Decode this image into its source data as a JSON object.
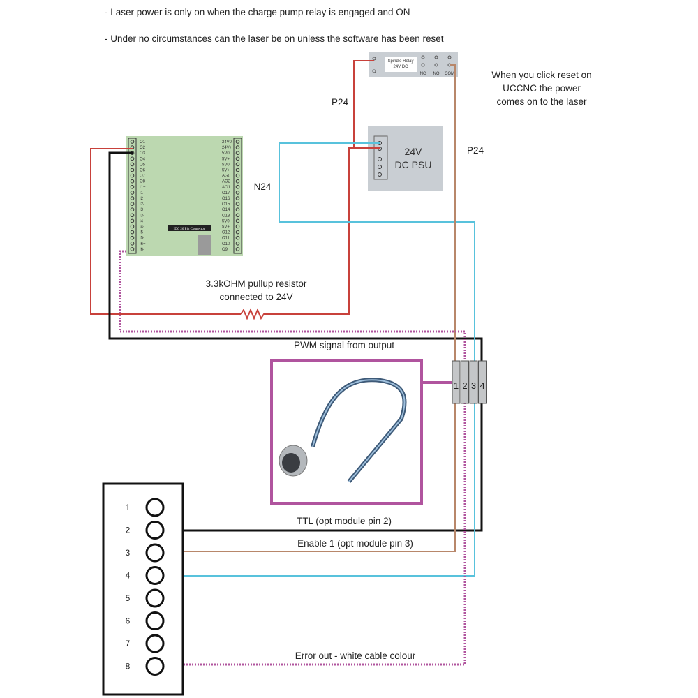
{
  "notes": [
    "- Laser power is only on when the charge pump relay is engaged and ON",
    "- Under no circumstances can the laser be on unless the software has been reset"
  ],
  "relay": {
    "title_line1": "Spindle Relay",
    "title_line2": "24V DC",
    "terminals": [
      "NC",
      "NO",
      "COM"
    ]
  },
  "psu": {
    "line1": "24V",
    "line2": "DC PSU"
  },
  "board": {
    "label": "IDC 26 Pin Connector",
    "left_pins": [
      "O1",
      "O2",
      "O3",
      "O4",
      "O5",
      "O6",
      "O7",
      "O8",
      "I1+",
      "I1-",
      "I2+",
      "I2-",
      "I3+",
      "I3-",
      "I4+",
      "I4-",
      "I5+",
      "I5-",
      "I6+",
      "I6-"
    ],
    "right_pins": [
      "24V0",
      "24V+",
      "5V0",
      "5V+",
      "5V0",
      "5V+",
      "AG0",
      "AO2",
      "AO1",
      "O17",
      "O16",
      "O15",
      "O14",
      "O13",
      "5V0",
      "5V+",
      "O12",
      "O11",
      "O10",
      "O9"
    ]
  },
  "labels": {
    "reset_note": [
      "When you click reset on",
      "UCCNC the power",
      "comes on to the laser"
    ],
    "p24_left": "P24",
    "p24_right": "P24",
    "n24": "N24",
    "resistor": [
      "3.3kOHM pullup resistor",
      "connected to 24V"
    ],
    "pwm": "PWM signal from output",
    "ttl": "TTL (opt module pin 2)",
    "enable": "Enable 1 (opt module pin 3)",
    "error": "Error out - white cable colour"
  },
  "terminal_block": [
    "1",
    "2",
    "3",
    "4"
  ],
  "module_pins": [
    "1",
    "2",
    "3",
    "4",
    "5",
    "6",
    "7",
    "8"
  ],
  "colors": {
    "red": "#c8413b",
    "black": "#111111",
    "cyan": "#58c2dc",
    "brown": "#b8876a",
    "magenta": "#b0549e",
    "grey_box": "#c9ced3",
    "board_green": "#bcd8b0"
  }
}
